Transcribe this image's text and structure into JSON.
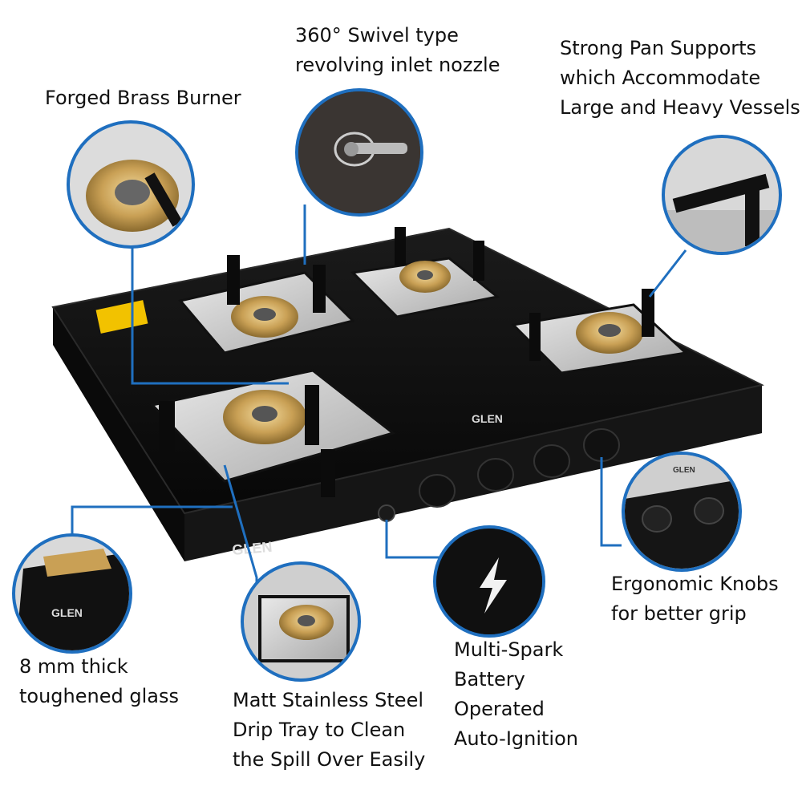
{
  "brand": "GLEN",
  "accent_color": "#1f6fbf",
  "callouts": {
    "burner": {
      "lines": [
        "Forged Brass Burner"
      ]
    },
    "nozzle": {
      "lines": [
        "360° Swivel type",
        "revolving inlet nozzle"
      ]
    },
    "pan_supports": {
      "lines": [
        "Strong Pan Supports",
        "which Accommodate",
        "Large and Heavy Vessels"
      ]
    },
    "glass": {
      "lines": [
        "8 mm thick",
        "toughened glass"
      ]
    },
    "drip_tray": {
      "lines": [
        "Matt Stainless Steel",
        "Drip Tray to Clean",
        "the Spill Over Easily"
      ]
    },
    "ignition": {
      "lines": [
        "Multi-Spark",
        "Battery",
        "Operated",
        "Auto-Ignition"
      ]
    },
    "knobs": {
      "lines": [
        "Ergonomic Knobs",
        "for better grip"
      ]
    }
  }
}
